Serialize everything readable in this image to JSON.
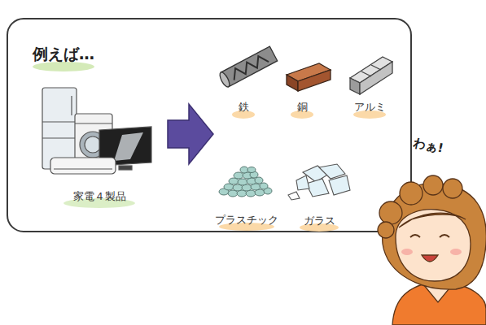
{
  "diagram": {
    "title": "例えば…",
    "nodes": [
      {
        "text": [
          "家電４製品"
        ]
      },
      {
        "text": [
          "鉄"
        ]
      },
      {
        "text": [
          "銅"
        ]
      },
      {
        "text": [
          "アルミ"
        ]
      },
      {
        "text": [
          "プラスチック"
        ]
      },
      {
        "text": [
          "ガラス"
        ]
      }
    ],
    "labels": [
      "わぁ!"
    ]
  }
}
